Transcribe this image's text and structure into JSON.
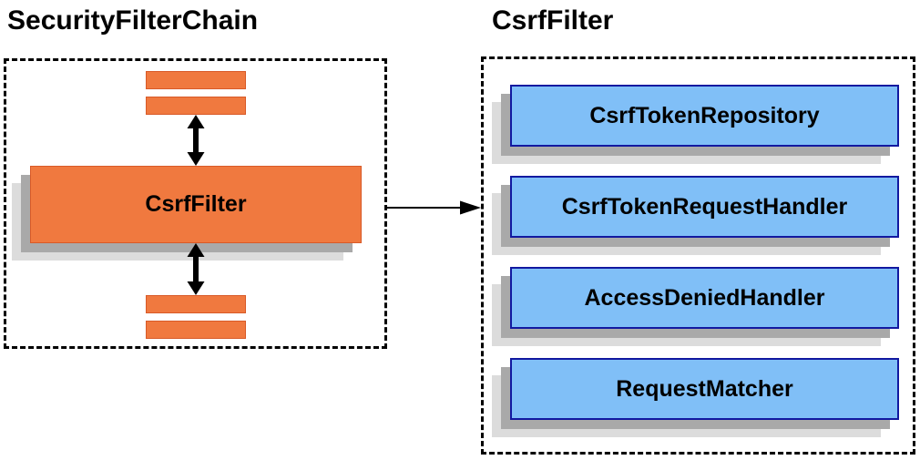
{
  "left_panel": {
    "title": "SecurityFilterChain",
    "csrf_filter_label": "CsrfFilter"
  },
  "right_panel": {
    "title": "CsrfFilter",
    "components": [
      {
        "label": "CsrfTokenRepository"
      },
      {
        "label": "CsrfTokenRequestHandler"
      },
      {
        "label": "AccessDeniedHandler"
      },
      {
        "label": "RequestMatcher"
      }
    ]
  },
  "icons": {
    "vertical_double_arrow": "double-headed-arrow",
    "horizontal_arrow": "arrow-right"
  },
  "colors": {
    "orange_fill": "#F0793F",
    "orange_border": "#D85A28",
    "blue_fill": "#80BFF7",
    "blue_border": "#1219A0",
    "shadow_dark": "#A9A9A9",
    "shadow_light": "#DCDCDC",
    "arrow": "#000000",
    "border_dashed": "#000000",
    "text": "#000000",
    "background": "#FFFFFF"
  }
}
